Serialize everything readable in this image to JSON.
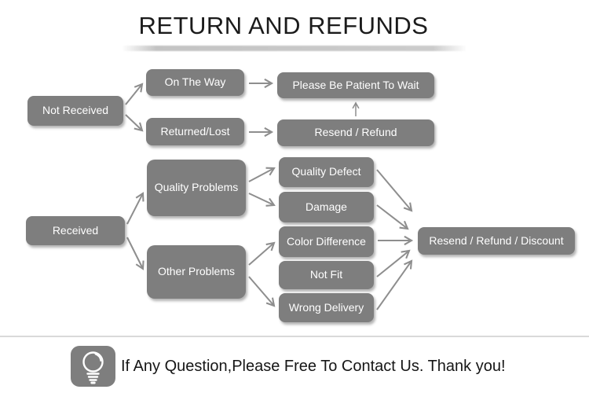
{
  "title": "RETURN AND REFUNDS",
  "flow": {
    "not_received": "Not Received",
    "on_the_way": "On The Way",
    "returned_lost": "Returned/Lost",
    "please_wait": "Please Be Patient To Wait",
    "resend_refund": "Resend / Refund",
    "received": "Received",
    "quality_problems": "Quality Problems",
    "other_problems": "Other Problems",
    "quality_defect": "Quality Defect",
    "damage": "Damage",
    "color_difference": "Color Difference",
    "not_fit": "Not Fit",
    "wrong_delivery": "Wrong Delivery",
    "resend_refund_discount": "Resend / Refund / Discount"
  },
  "footer": {
    "icon": "lightbulb-icon",
    "message": "If Any Question,Please Free To Contact Us. Thank you!"
  },
  "colors": {
    "node_fill": "#7e7e7e",
    "node_text": "#ffffff",
    "arrow": "#8e8e8e",
    "title_text": "#1b1b1b",
    "divider": "#c9c9c9"
  }
}
